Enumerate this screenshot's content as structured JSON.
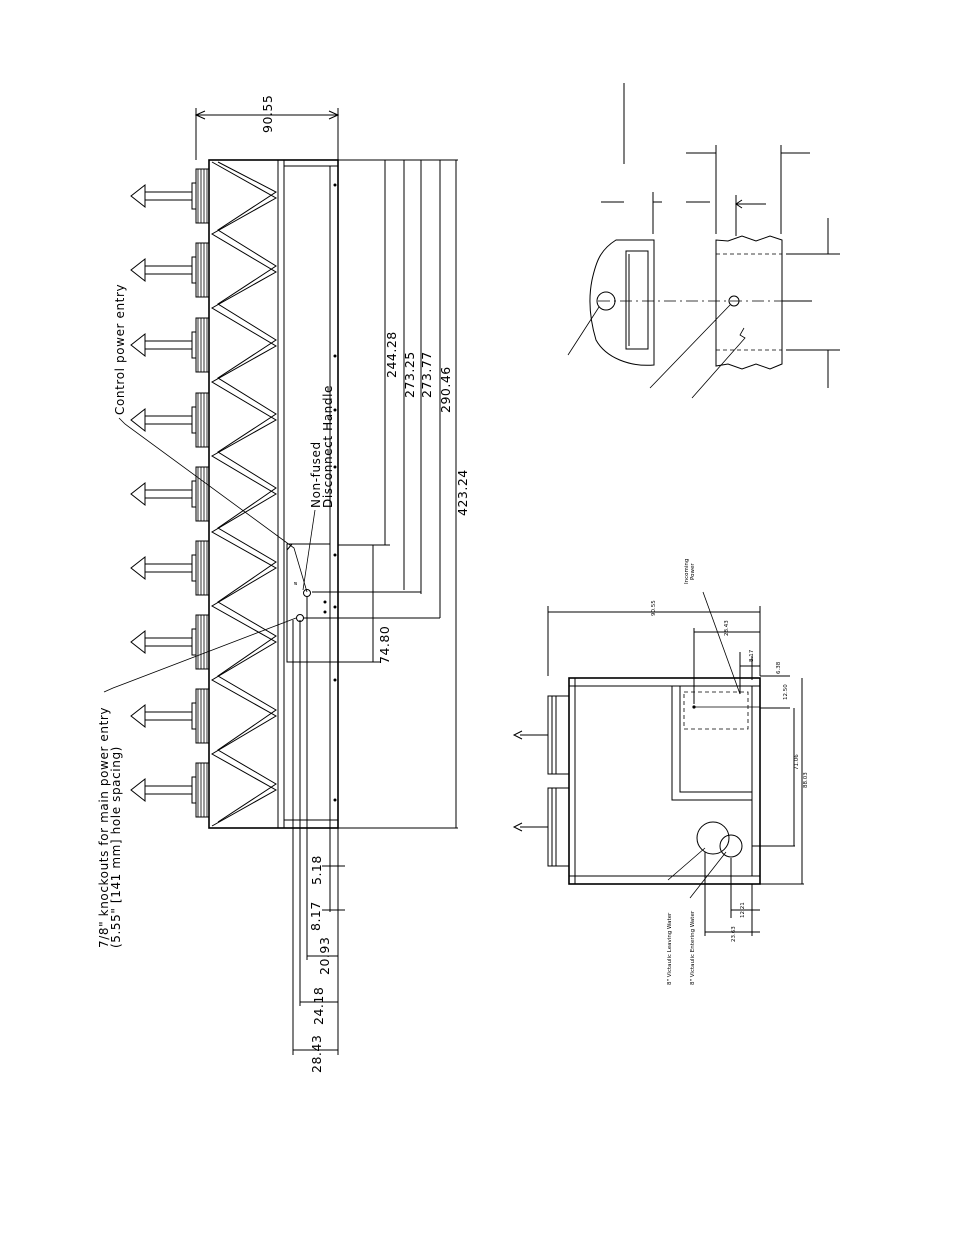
{
  "side_view": {
    "overall_depth": "90.55",
    "dims_right": [
      "244.28",
      "273.25",
      "273.77",
      "290.46",
      "423.24"
    ],
    "dim_box_height": "74.80",
    "dims_bottom": [
      "5.18",
      "8.17",
      "20.93",
      "24.18",
      "28.43"
    ],
    "label_control_power": "Control power entry",
    "label_disconnect": [
      "Non-fused",
      "Disconnect Handle"
    ],
    "label_knockouts": [
      "7/8\" knockouts for main power entry",
      "(5.55\" [141 mm] hole spacing)"
    ]
  },
  "end_view": {
    "dims_top": [
      "90.55",
      "28.43",
      "8.17",
      "6.38",
      "12.50"
    ],
    "label_incoming_power": [
      "Incoming",
      "Power"
    ],
    "dims_right": [
      "71.06",
      "88.03"
    ],
    "dims_bottom": [
      "12.21",
      "23.63"
    ],
    "label_leaving_water": "8\" Victaulic Leaving Water",
    "label_entering_water": "8\" Victaulic Entering Water"
  }
}
